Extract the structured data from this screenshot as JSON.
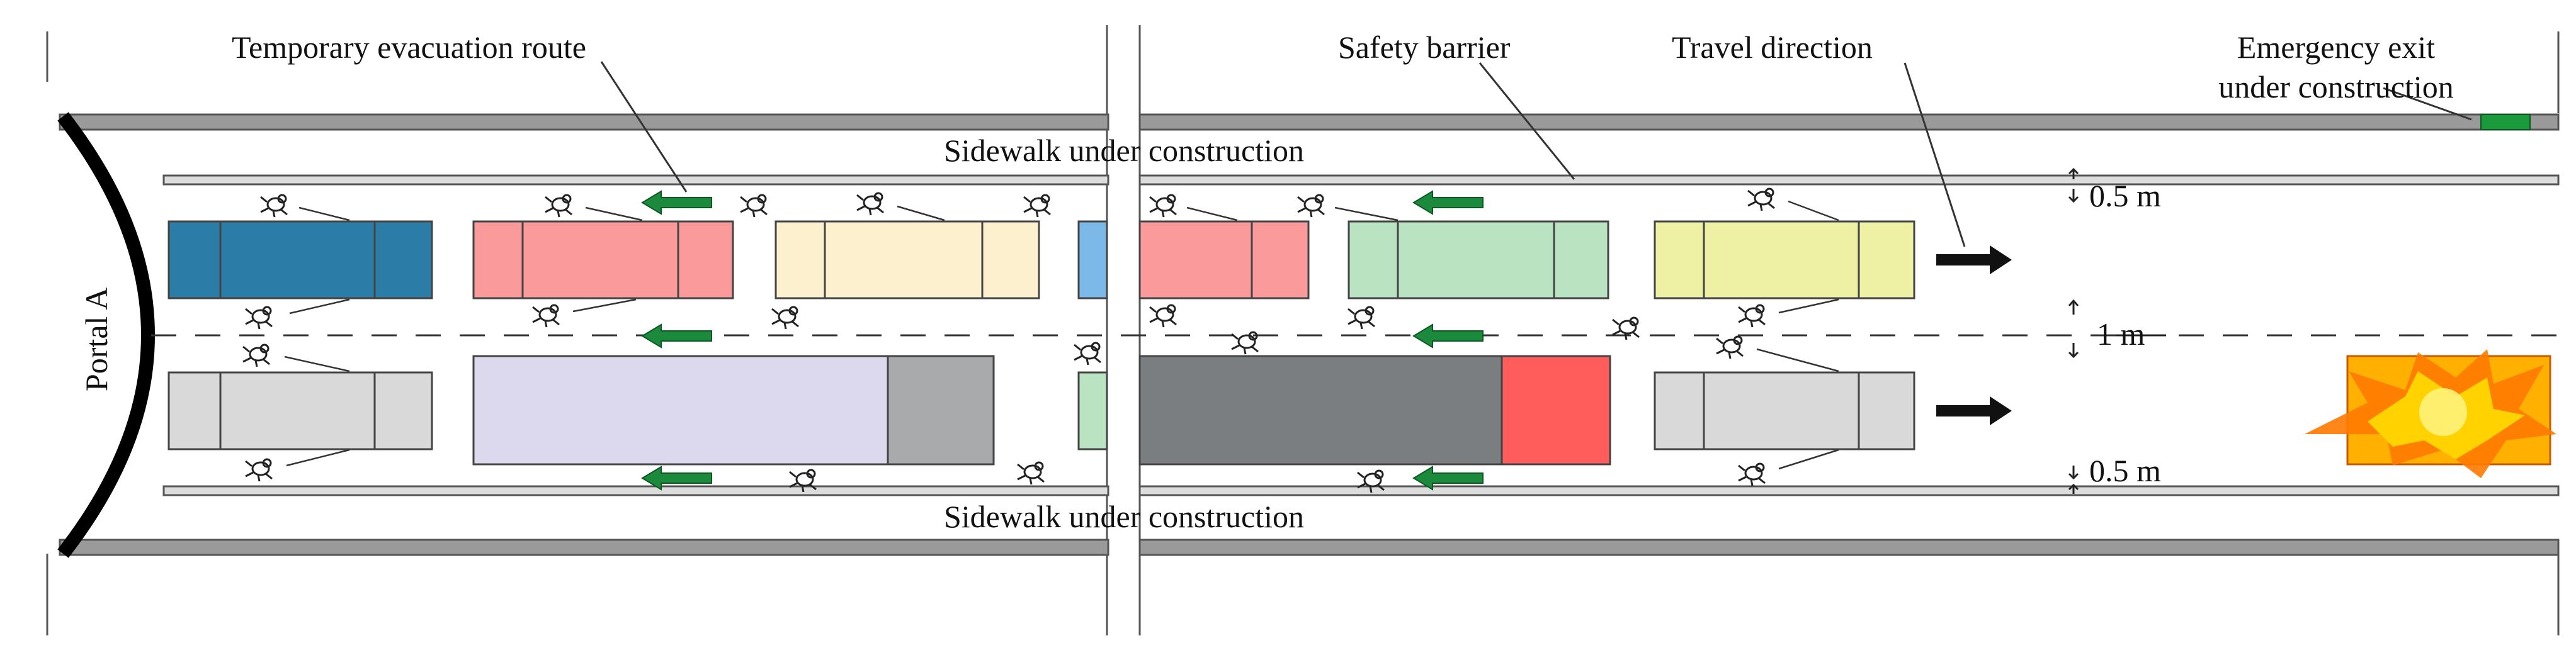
{
  "labels": {
    "evacuation_route": "Temporary evacuation route",
    "safety_barrier": "Safety barrier",
    "travel_direction": "Travel direction",
    "emergency_exit_line1": "Emergency exit",
    "emergency_exit_line2": "under construction",
    "sidewalk_top": "Sidewalk under construction",
    "sidewalk_bottom": "Sidewalk under construction",
    "portal": "Portal A",
    "dim_top": "0.5 m",
    "dim_middle": "1 m",
    "dim_bottom": "0.5 m"
  },
  "colors": {
    "vehicle_blue": "#2b7ca6",
    "vehicle_pink": "#fb9a9a",
    "vehicle_cream": "#fdf0cf",
    "vehicle_light_blue": "#7cb8e8",
    "vehicle_mint": "#b9e3c1",
    "vehicle_yellow": "#eef0a4",
    "vehicle_grey": "#d9d9d9",
    "vehicle_lavender": "#dcd9ee",
    "vehicle_dark_grey": "#7b7e80",
    "vehicle_red": "#ff5c5c",
    "evacuation_arrow": "#1b8a3c",
    "travel_arrow": "#111111",
    "emergency_exit": "#1b9a3c",
    "fire": "#ff8a00"
  },
  "icons": [
    "evacuation-arrow-icon",
    "travel-direction-arrow-icon",
    "pedestrian-icon",
    "fire-icon",
    "emergency-exit-icon"
  ]
}
